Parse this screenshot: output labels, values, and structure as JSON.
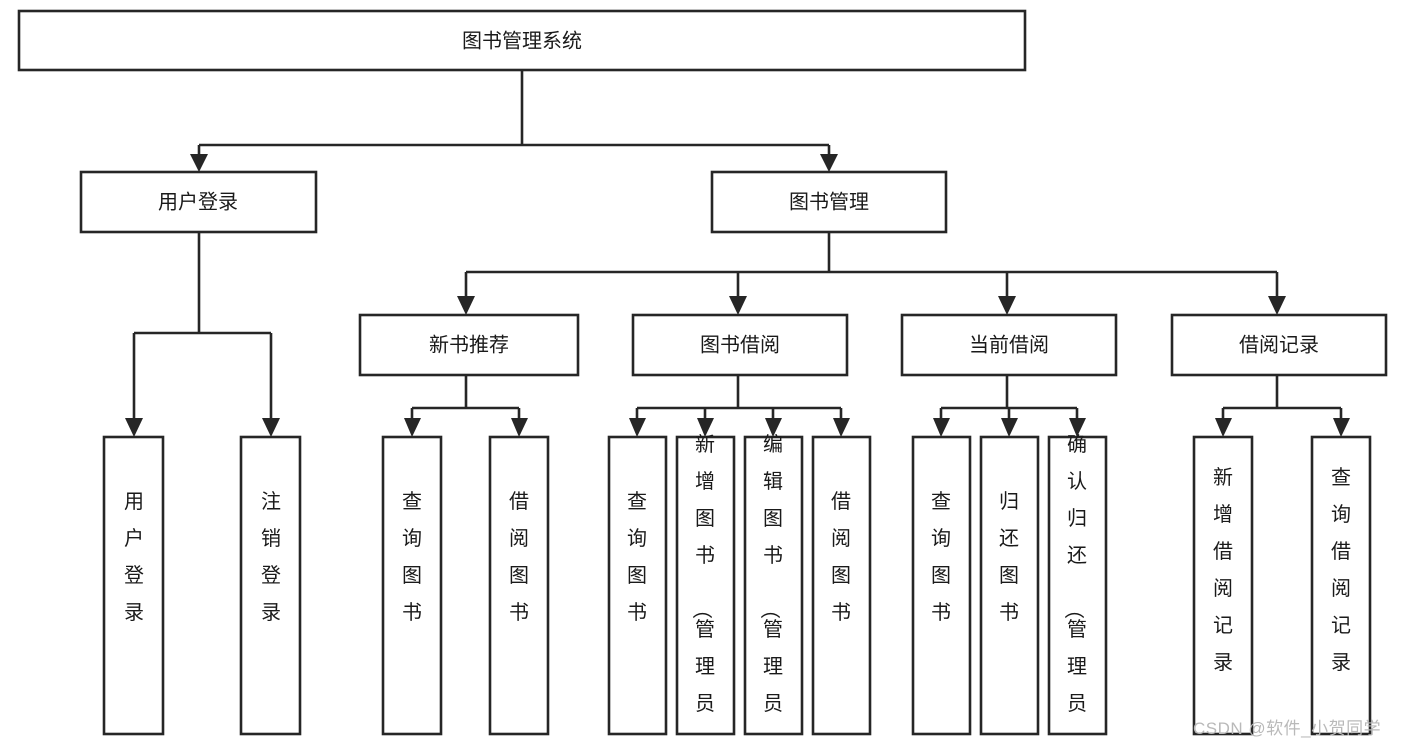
{
  "diagram": {
    "type": "tree-hierarchy",
    "title": "图书管理系统",
    "watermark": "CSDN @软件_小贺同学",
    "colors": {
      "stroke": "#262626",
      "fill": "#ffffff",
      "text": "#1a1a1a",
      "watermark": "#b9b9b9"
    },
    "root": {
      "label": "图书管理系统",
      "level": 0
    },
    "level1": [
      {
        "label": "用户登录"
      },
      {
        "label": "图书管理"
      }
    ],
    "level2": [
      {
        "label": "新书推荐",
        "parent": "图书管理"
      },
      {
        "label": "图书借阅",
        "parent": "图书管理"
      },
      {
        "label": "当前借阅",
        "parent": "图书管理"
      },
      {
        "label": "借阅记录",
        "parent": "图书管理"
      }
    ],
    "leaves": {
      "用户登录": [
        {
          "label": "用户登录"
        },
        {
          "label": "注销登录"
        }
      ],
      "新书推荐": [
        {
          "label": "查询图书"
        },
        {
          "label": "借阅图书"
        }
      ],
      "图书借阅": [
        {
          "label": "查询图书"
        },
        {
          "label": "新增图书（管理员）"
        },
        {
          "label": "编辑图书（管理员）"
        },
        {
          "label": "借阅图书"
        }
      ],
      "当前借阅": [
        {
          "label": "查询图书"
        },
        {
          "label": "归还图书"
        },
        {
          "label": "确认归还（管理员）"
        }
      ],
      "借阅记录": [
        {
          "label": "新增借阅记录"
        },
        {
          "label": "查询借阅记录"
        }
      ]
    }
  }
}
